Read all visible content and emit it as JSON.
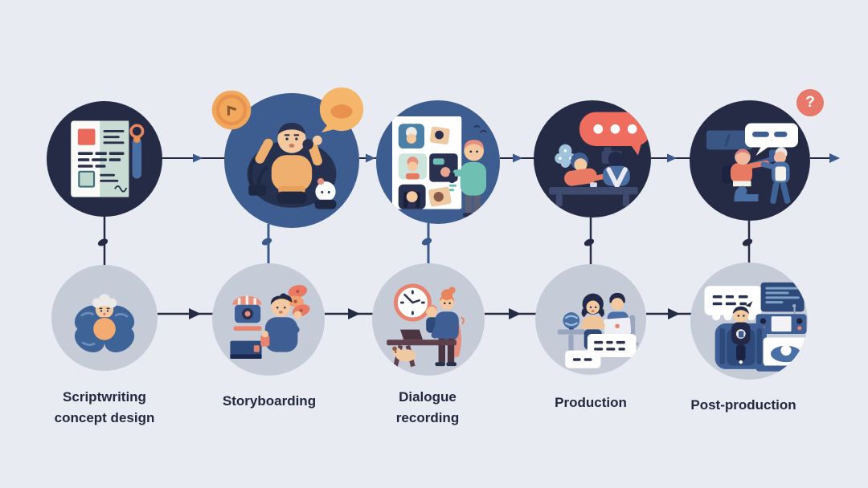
{
  "colors": {
    "background": "#E9EBF2",
    "circle_dark": "#262B45",
    "circle_blue": "#3D5C8F",
    "circle_light": "#C6CBD8",
    "coral": "#EE6D5F",
    "orange": "#F2A85C",
    "label_text": "#23283F",
    "connector_dark": "#262B45",
    "connector_blue": "#3A5A8C"
  },
  "badges": {
    "question": "?"
  },
  "stages": [
    {
      "label": "Scriptwriting concept design",
      "top_icon": "script-document-illustration",
      "bottom_icon": "flower-character-illustration"
    },
    {
      "label": "Storyboarding",
      "top_icon": "storyboard-artist-illustration",
      "bottom_icon": "props-collector-illustration"
    },
    {
      "label": "Dialogue recording",
      "top_icon": "character-sheets-illustration",
      "bottom_icon": "desk-recording-illustration"
    },
    {
      "label": "Production",
      "top_icon": "studio-session-illustration",
      "bottom_icon": "team-review-illustration"
    },
    {
      "label": "Post-production",
      "top_icon": "filming-crew-illustration",
      "bottom_icon": "editing-suite-illustration"
    }
  ]
}
